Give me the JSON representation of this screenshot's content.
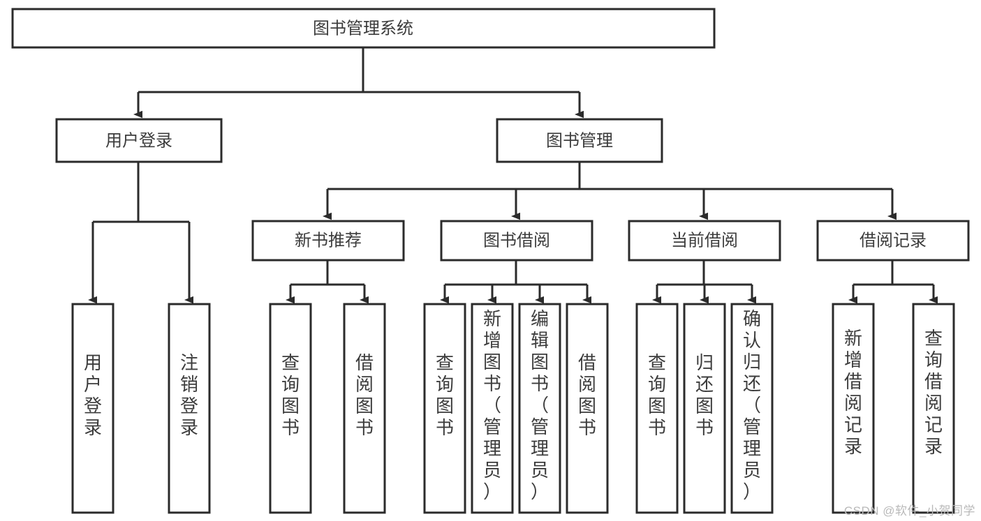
{
  "diagram": {
    "title": "图书管理系统",
    "type": "tree",
    "orientation": "top-down",
    "colors": {
      "stroke": "#2b2b2b",
      "fill": "#ffffff",
      "text": "#3c3c3c",
      "watermark": "#b9b9b9",
      "background": "#ffffff"
    },
    "root": {
      "label": "图书管理系统"
    },
    "level2": [
      {
        "label": "用户登录"
      },
      {
        "label": "图书管理"
      }
    ],
    "level3": [
      {
        "label": "新书推荐"
      },
      {
        "label": "图书借阅"
      },
      {
        "label": "当前借阅"
      },
      {
        "label": "借阅记录"
      }
    ],
    "leaves": {
      "user_login": [
        {
          "label": "用户登录"
        },
        {
          "label": "注销登录"
        }
      ],
      "new_book_recommend": [
        {
          "label": "查询图书"
        },
        {
          "label": "借阅图书"
        }
      ],
      "book_borrow": [
        {
          "label": "查询图书"
        },
        {
          "label": "新增图书（管理员）"
        },
        {
          "label": "编辑图书（管理员）"
        },
        {
          "label": "借阅图书"
        }
      ],
      "current_borrow": [
        {
          "label": "查询图书"
        },
        {
          "label": "归还图书"
        },
        {
          "label": "确认归还（管理员）"
        }
      ],
      "borrow_record": [
        {
          "label": "新增借阅记录"
        },
        {
          "label": "查询借阅记录"
        }
      ]
    }
  },
  "watermark": {
    "text": "CSDN @软件_小贺同学"
  }
}
